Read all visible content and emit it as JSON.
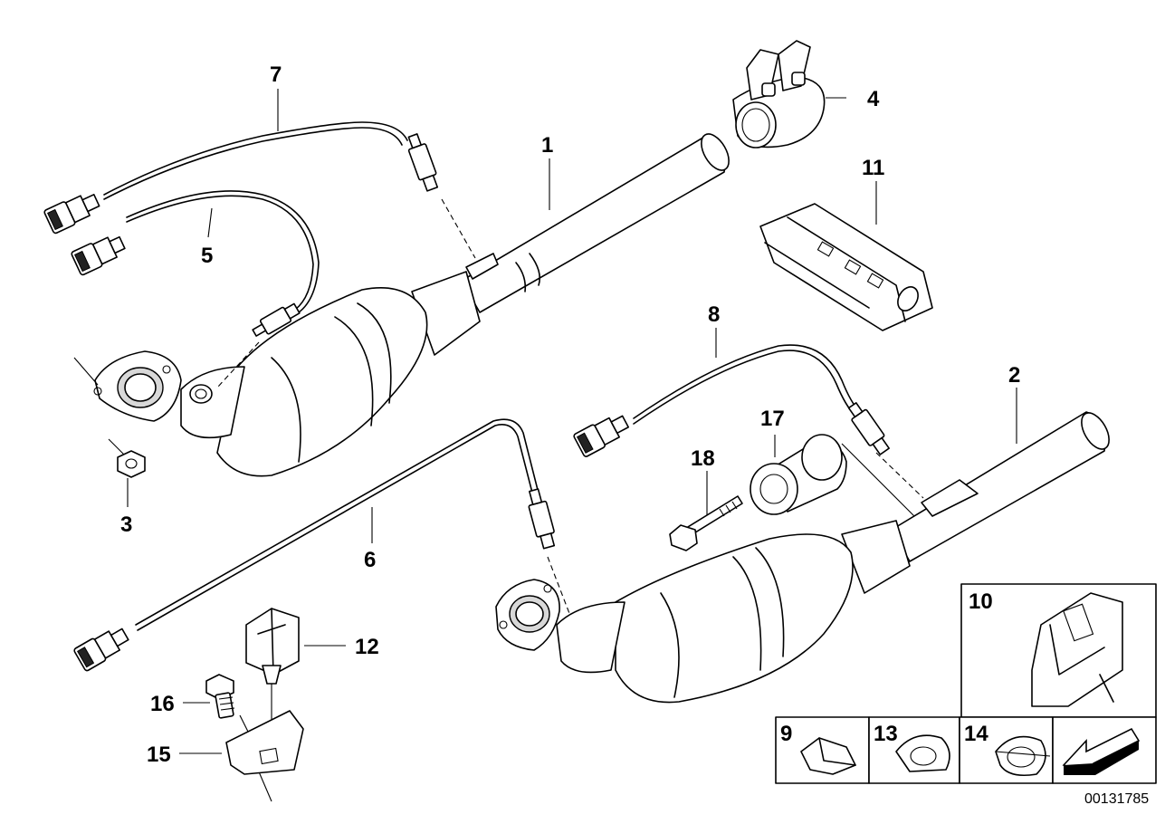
{
  "callouts": {
    "c1": "1",
    "c2": "2",
    "c3": "3",
    "c4": "4",
    "c5": "5",
    "c6": "6",
    "c7": "7",
    "c8": "8",
    "c9": "9",
    "c10": "10",
    "c11": "11",
    "c12": "12",
    "c13": "13",
    "c14": "14",
    "c15": "15",
    "c16": "16",
    "c17": "17",
    "c18": "18"
  },
  "document_id": "00131785",
  "icons": {
    "nav_arrow": "arrow-down-left-icon"
  },
  "colors": {
    "line": "#000000",
    "background": "#ffffff",
    "arrow_fill": "#000000"
  }
}
